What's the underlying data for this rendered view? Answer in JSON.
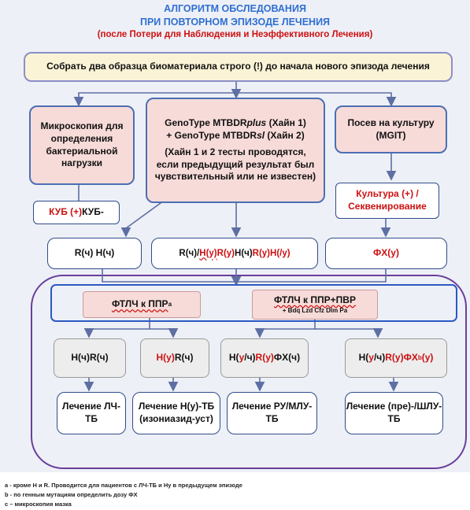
{
  "header": {
    "line1": "АЛГОРИТМ ОБСЛЕДОВАНИЯ",
    "line2": "ПРИ ПОВТОРНОМ ЭПИЗОДЕ ЛЕЧЕНИЯ",
    "line3": "(после Потери для Наблюдения и Неэффективного Лечения)"
  },
  "top_box": "Собрать два образца биоматериала строго (!) до начала нового эпизода лечения",
  "microscopy": "Микроскопия для определения бактериальной нагрузки",
  "genotype": {
    "line1a": "GenoType MTBDR",
    "line1b": "plus",
    "line1c": "  (Хайн 1)",
    "line2a": "+ GenoType MTBDR",
    "line2b": "sl",
    "line2c": " (Хайн 2)",
    "note": "(Хайн 1 и 2 тесты проводятся, если предыдущий результат был чувствительный или не известен)"
  },
  "culture": "Посев на культуру (MGIT)",
  "culture_result": "Культура (+) / Секвенирование",
  "kub": {
    "pos": "КУБ (+)",
    "neg": " КУБ-"
  },
  "result1": "R(ч) H(ч)",
  "result2": {
    "a": "R(ч)/",
    "b": "H(у)",
    "c": " ",
    "d": "R(у)",
    "e": "H(ч) ",
    "f": "R(у)H(/у)"
  },
  "result3": "ФХ(у)",
  "ftlc1": {
    "text": "ФТЛЧ к ППР",
    "sup": "a"
  },
  "ftlc2": {
    "text": "ФТЛЧ к ППР+ПВР",
    "drugs": "+  Bdq Lzd Cfz Dlm Pa"
  },
  "profile1": {
    "a": "H(ч) ",
    "b": "R(ч)"
  },
  "profile2": {
    "a": "H(у)",
    "b": " R(ч)"
  },
  "profile3": {
    "a": "H(",
    "b": "у",
    "c": "/ч) ",
    "d": "R(у)",
    "e": " ФХ(ч)"
  },
  "profile4": {
    "a": "H(",
    "b": "у",
    "c": "/ч) ",
    "d": "R(у)",
    "e": " ФХ",
    "sup": "b",
    "f": "(у)"
  },
  "treat1": "Лечение ЛЧ-ТБ",
  "treat2": "Лечение H(у)-ТБ (изониазид-уст)",
  "treat3": "Лечение РУ/МЛУ-ТБ",
  "treat4": "Лечение (пре)-/ШЛУ-ТБ",
  "footnotes": {
    "a": "a - кроме H и R. Проводится для пациентов с ЛЧ-ТБ и Hу в предыдущем эпизоде",
    "b": "b - по генным мутациям определить дозу ФХ",
    "c": "c – микроскопия мазка"
  }
}
